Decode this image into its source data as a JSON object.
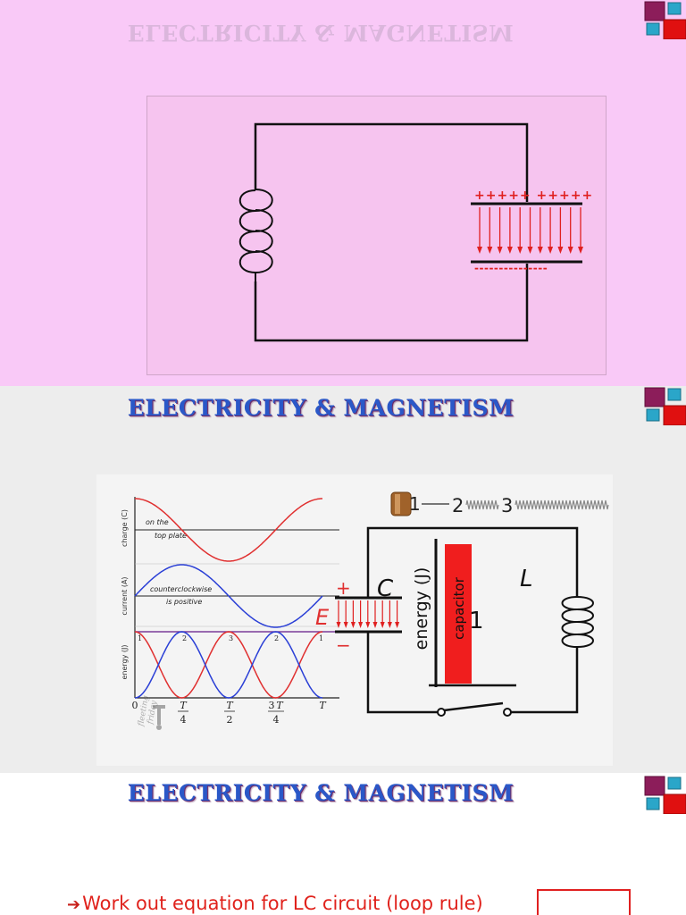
{
  "slides": [
    {
      "title_mirrored": "ELECTRICITY & MAGNETISM",
      "capacitor_top_charges": "+++++ +++++",
      "capacitor_bottom_charges": "---------------"
    },
    {
      "title": "ELECTRICITY & MAGNETISM",
      "graph": {
        "charge_axis": "charge (C)",
        "charge_note_1": "on the",
        "charge_note_2": "top plate",
        "current_axis": "current (A)",
        "current_note_1": "counterclockwise",
        "current_note_2": "is positive",
        "energy_axis": "energy (J)",
        "energy_markers": [
          "1",
          "2",
          "3",
          "2",
          "1"
        ],
        "t_zero": "0",
        "t_label": "T",
        "t_four": "4",
        "t_two": "2",
        "t_three": "3",
        "watermark_1": "fleeting",
        "watermark_2": "friday"
      },
      "counter": {
        "one": "1",
        "two": "2",
        "three": "3"
      },
      "circuit": {
        "capacitor_label": "C",
        "inductor_label": "L",
        "field_label": "E",
        "plus_sign": "+",
        "minus_sign": "−",
        "energy_axis_label": "energy (J)",
        "bar_label": "capacitor",
        "bar_number": "1",
        "capacitor_energy_fraction": 1.0
      }
    },
    {
      "title": "ELECTRICITY & MAGNETISM",
      "bullet_arrow": "➔",
      "bullet_text": "Work out equation for LC circuit (loop rule)"
    }
  ],
  "colors": {
    "title_blue": "#2a58c8",
    "field_red": "#e02020",
    "charge_red": "#e03030",
    "current_blue": "#2a3fd6",
    "deco_maroon": "#8c1d5a",
    "deco_teal": "#2aa6c9",
    "deco_red": "#e01010"
  }
}
